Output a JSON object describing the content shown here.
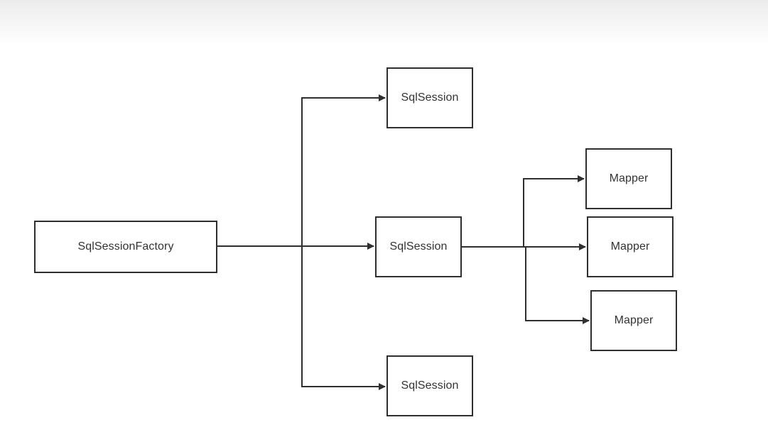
{
  "diagram": {
    "nodes": {
      "factory": "SqlSessionFactory",
      "session1": "SqlSession",
      "session2": "SqlSession",
      "session3": "SqlSession",
      "mapper1": "Mapper",
      "mapper2": "Mapper",
      "mapper3": "Mapper"
    },
    "edges": [
      {
        "from": "factory",
        "to": "session1"
      },
      {
        "from": "factory",
        "to": "session2"
      },
      {
        "from": "factory",
        "to": "session3"
      },
      {
        "from": "session2",
        "to": "mapper1"
      },
      {
        "from": "session2",
        "to": "mapper2"
      },
      {
        "from": "session2",
        "to": "mapper3"
      }
    ],
    "line_color": "#2f2f2f"
  }
}
